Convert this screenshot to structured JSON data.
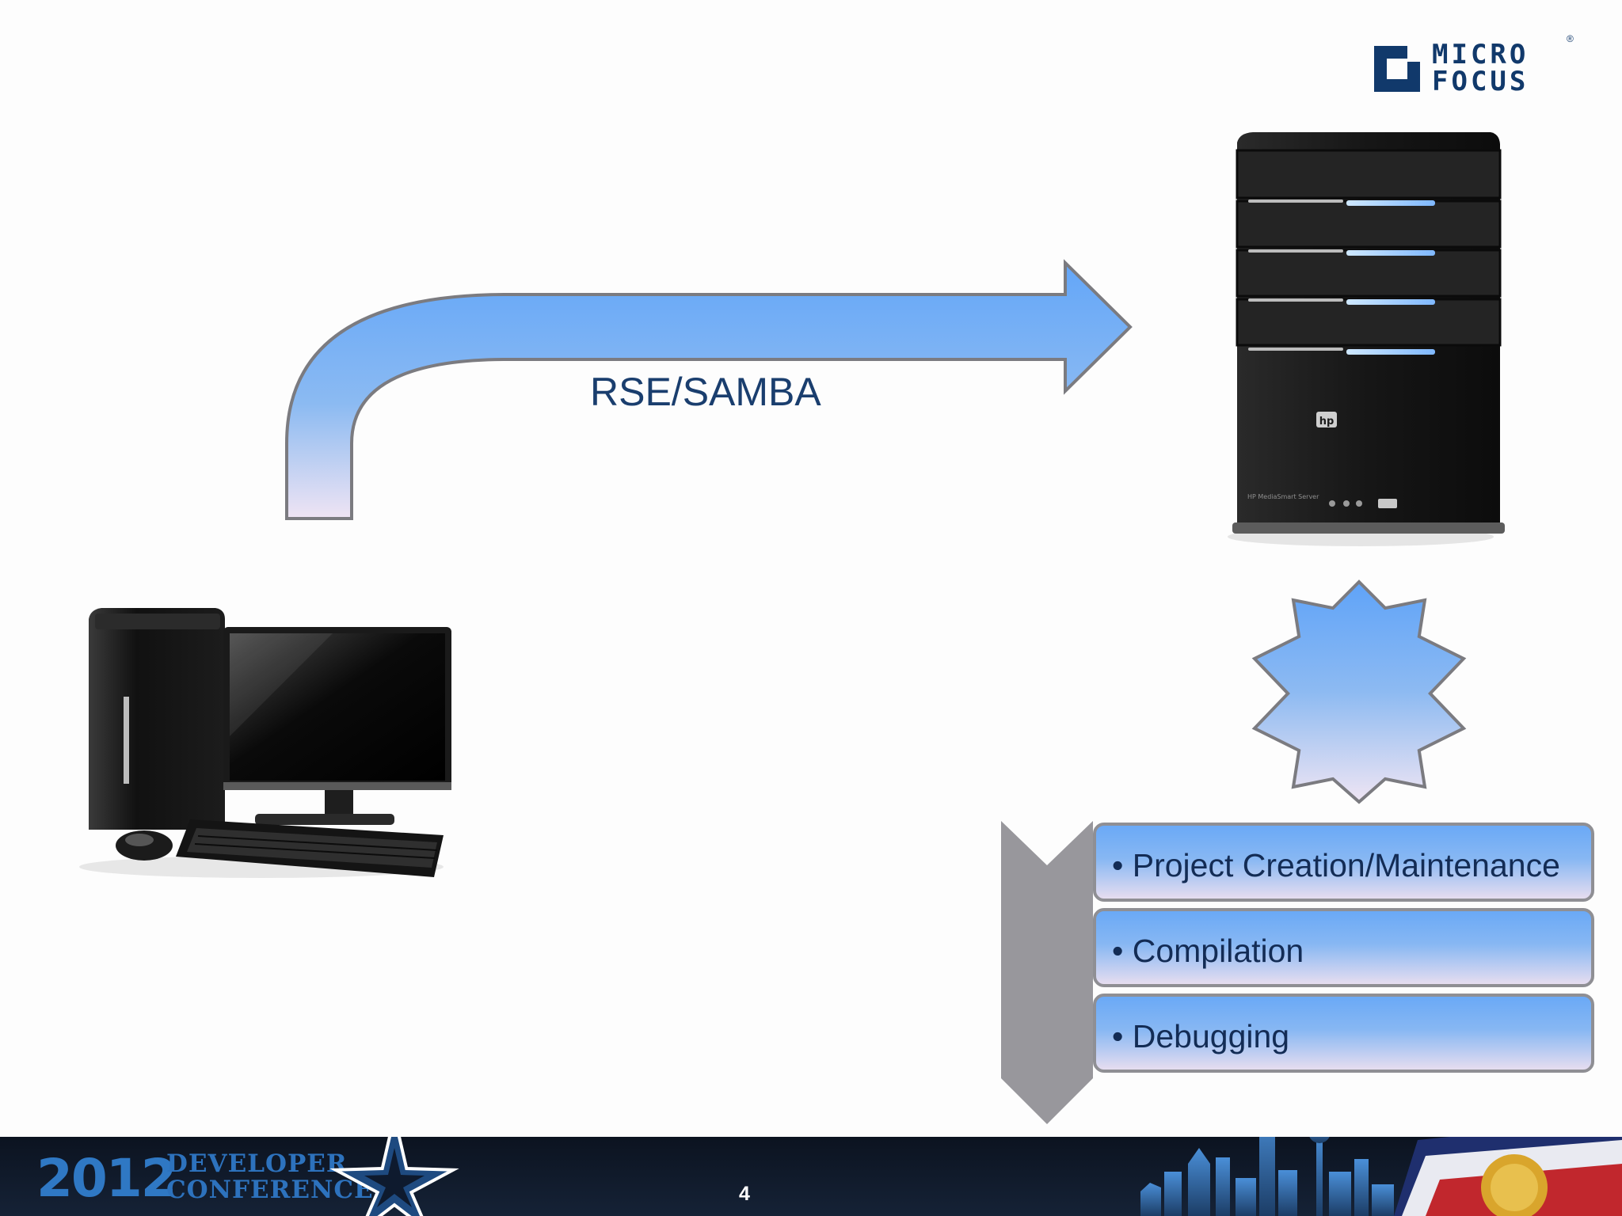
{
  "brand": {
    "logo_line1": "MICRO",
    "logo_line2": "FOCUS",
    "registered_mark": "®"
  },
  "arrow": {
    "label": "RSE/SAMBA"
  },
  "server": {
    "model_text": "HP MediaSmart Server"
  },
  "features": [
    {
      "label": "• Project Creation/Maintenance"
    },
    {
      "label": "• Compilation"
    },
    {
      "label": "• Debugging"
    }
  ],
  "footer": {
    "year": "2012",
    "event_line1": "DEVELOPER",
    "event_line2": "CONFERENCE",
    "page_number": "4"
  },
  "colors": {
    "navy_text": "#1a3e6e",
    "shape_blue": "#6aa9f6",
    "shape_lavender": "#ede3f2",
    "outline_gray": "#8f8f94",
    "footer_dark": "#0c1320",
    "logo_navy": "#11396b"
  }
}
